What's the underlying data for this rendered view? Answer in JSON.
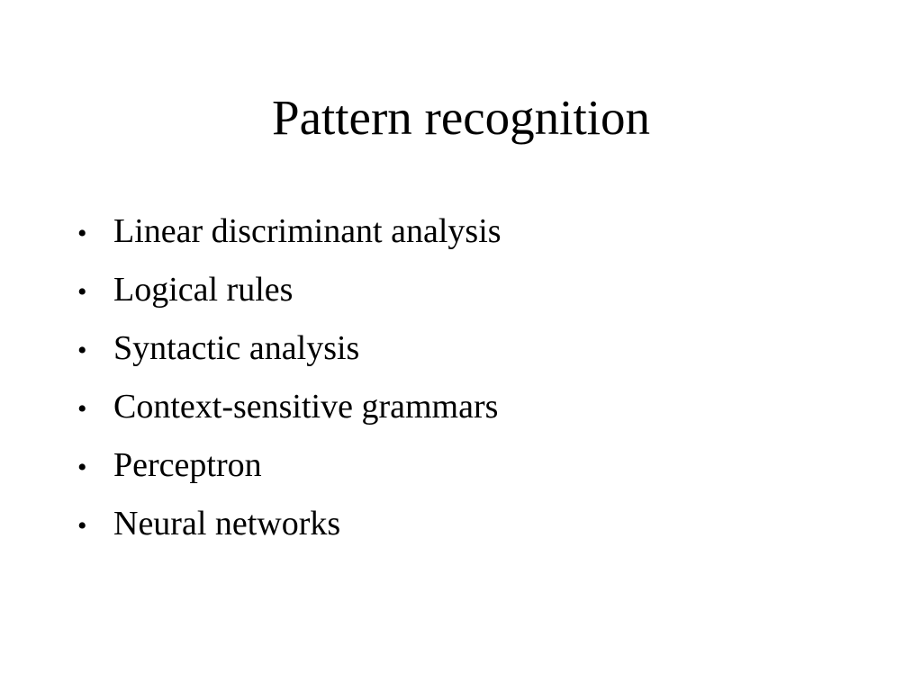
{
  "slide": {
    "title": "Pattern recognition",
    "bullet_glyph": "•",
    "items": [
      {
        "label": "Linear discriminant analysis"
      },
      {
        "label": "Logical rules"
      },
      {
        "label": "Syntactic analysis"
      },
      {
        "label": "Context-sensitive grammars"
      },
      {
        "label": "Perceptron"
      },
      {
        "label": "Neural networks"
      }
    ]
  }
}
